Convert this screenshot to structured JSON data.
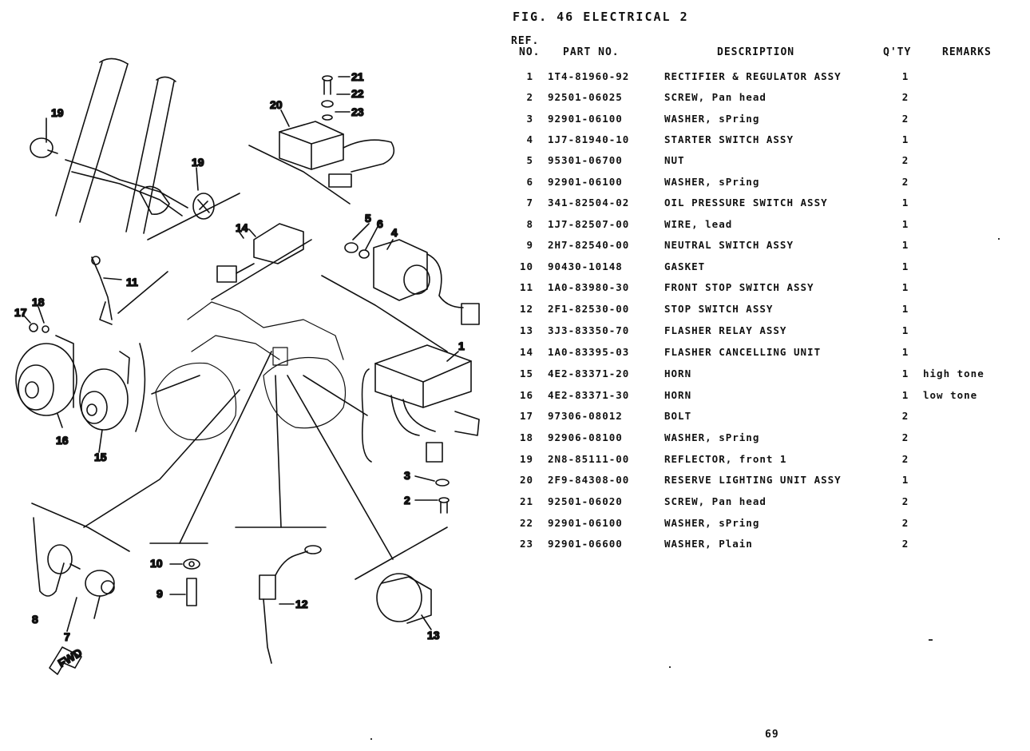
{
  "figure_title": "FIG. 46  ELECTRICAL 2",
  "columns": {
    "ref_line1": "REF.",
    "ref_line2": "NO.",
    "part_no": "PART NO.",
    "description": "DESCRIPTION",
    "qty": "Q'TY",
    "remarks": "REMARKS"
  },
  "parts": [
    {
      "ref": "1",
      "part_no": "1T4-81960-92",
      "description": "RECTIFIER & REGULATOR ASSY",
      "qty": "1",
      "remarks": ""
    },
    {
      "ref": "2",
      "part_no": "92501-06025",
      "description": "SCREW, Pan head",
      "qty": "2",
      "remarks": ""
    },
    {
      "ref": "3",
      "part_no": "92901-06100",
      "description": "WASHER, sPring",
      "qty": "2",
      "remarks": ""
    },
    {
      "ref": "4",
      "part_no": "1J7-81940-10",
      "description": "STARTER SWITCH ASSY",
      "qty": "1",
      "remarks": ""
    },
    {
      "ref": "5",
      "part_no": "95301-06700",
      "description": "NUT",
      "qty": "2",
      "remarks": ""
    },
    {
      "ref": "6",
      "part_no": "92901-06100",
      "description": "WASHER, sPring",
      "qty": "2",
      "remarks": ""
    },
    {
      "ref": "7",
      "part_no": "341-82504-02",
      "description": "OIL PRESSURE SWITCH ASSY",
      "qty": "1",
      "remarks": ""
    },
    {
      "ref": "8",
      "part_no": "1J7-82507-00",
      "description": "WIRE, lead",
      "qty": "1",
      "remarks": ""
    },
    {
      "ref": "9",
      "part_no": "2H7-82540-00",
      "description": "NEUTRAL SWITCH ASSY",
      "qty": "1",
      "remarks": ""
    },
    {
      "ref": "10",
      "part_no": "90430-10148",
      "description": "GASKET",
      "qty": "1",
      "remarks": ""
    },
    {
      "ref": "11",
      "part_no": "1A0-83980-30",
      "description": "FRONT STOP SWITCH ASSY",
      "qty": "1",
      "remarks": ""
    },
    {
      "ref": "12",
      "part_no": "2F1-82530-00",
      "description": "STOP SWITCH ASSY",
      "qty": "1",
      "remarks": ""
    },
    {
      "ref": "13",
      "part_no": "3J3-83350-70",
      "description": "FLASHER RELAY ASSY",
      "qty": "1",
      "remarks": ""
    },
    {
      "ref": "14",
      "part_no": "1A0-83395-03",
      "description": "FLASHER CANCELLING UNIT",
      "qty": "1",
      "remarks": ""
    },
    {
      "ref": "15",
      "part_no": "4E2-83371-20",
      "description": "HORN",
      "qty": "1",
      "remarks": "high tone"
    },
    {
      "ref": "16",
      "part_no": "4E2-83371-30",
      "description": "HORN",
      "qty": "1",
      "remarks": "low tone"
    },
    {
      "ref": "17",
      "part_no": "97306-08012",
      "description": "BOLT",
      "qty": "2",
      "remarks": ""
    },
    {
      "ref": "18",
      "part_no": "92906-08100",
      "description": "WASHER, sPring",
      "qty": "2",
      "remarks": ""
    },
    {
      "ref": "19",
      "part_no": "2N8-85111-00",
      "description": "REFLECTOR, front 1",
      "qty": "2",
      "remarks": ""
    },
    {
      "ref": "20",
      "part_no": "2F9-84308-00",
      "description": "RESERVE LIGHTING UNIT ASSY",
      "qty": "1",
      "remarks": ""
    },
    {
      "ref": "21",
      "part_no": "92501-06020",
      "description": "SCREW, Pan head",
      "qty": "2",
      "remarks": ""
    },
    {
      "ref": "22",
      "part_no": "92901-06100",
      "description": "WASHER, sPring",
      "qty": "2",
      "remarks": ""
    },
    {
      "ref": "23",
      "part_no": "92901-06600",
      "description": "WASHER, Plain",
      "qty": "2",
      "remarks": ""
    }
  ],
  "diagram": {
    "callouts": [
      "1",
      "2",
      "3",
      "4",
      "5",
      "6",
      "7",
      "8",
      "9",
      "10",
      "11",
      "12",
      "13",
      "14",
      "15",
      "16",
      "17",
      "18",
      "19",
      "19",
      "20",
      "21",
      "22",
      "23"
    ],
    "fwd_label": "FWD"
  },
  "page_number": "69"
}
